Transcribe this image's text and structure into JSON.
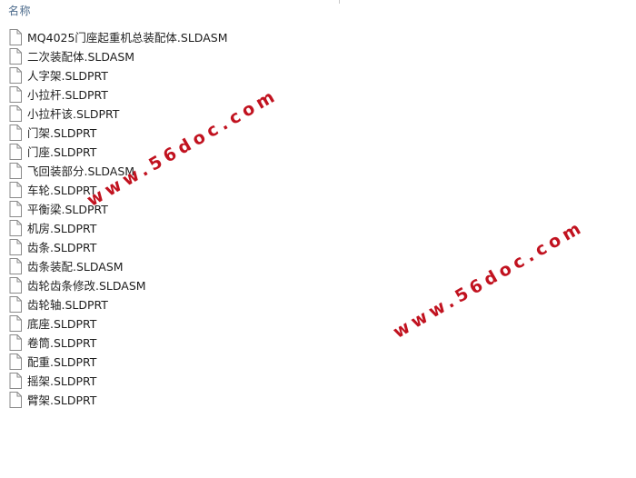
{
  "header": {
    "name_column": "名称"
  },
  "icons": {
    "file": "file-icon"
  },
  "files": [
    {
      "name": "MQ4025门座起重机总装配体.SLDASM"
    },
    {
      "name": "二次装配体.SLDASM"
    },
    {
      "name": "人字架.SLDPRT"
    },
    {
      "name": "小拉杆.SLDPRT"
    },
    {
      "name": "小拉杆该.SLDPRT"
    },
    {
      "name": "门架.SLDPRT"
    },
    {
      "name": "门座.SLDPRT"
    },
    {
      "name": "飞回装部分.SLDASM"
    },
    {
      "name": "车轮.SLDPRT"
    },
    {
      "name": "平衡梁.SLDPRT"
    },
    {
      "name": "机房.SLDPRT"
    },
    {
      "name": "齿条.SLDPRT"
    },
    {
      "name": "齿条装配.SLDASM"
    },
    {
      "name": "齿轮齿条修改.SLDASM"
    },
    {
      "name": "齿轮轴.SLDPRT"
    },
    {
      "name": "底座.SLDPRT"
    },
    {
      "name": "卷筒.SLDPRT"
    },
    {
      "name": "配重.SLDPRT"
    },
    {
      "name": "摇架.SLDPRT"
    },
    {
      "name": "臂架.SLDPRT"
    }
  ],
  "watermarks": [
    "www.56doc.com",
    "www.56doc.com"
  ],
  "colors": {
    "header_text": "#4c6b8c",
    "file_text": "#1e1e1e",
    "watermark": "#c1121f"
  }
}
